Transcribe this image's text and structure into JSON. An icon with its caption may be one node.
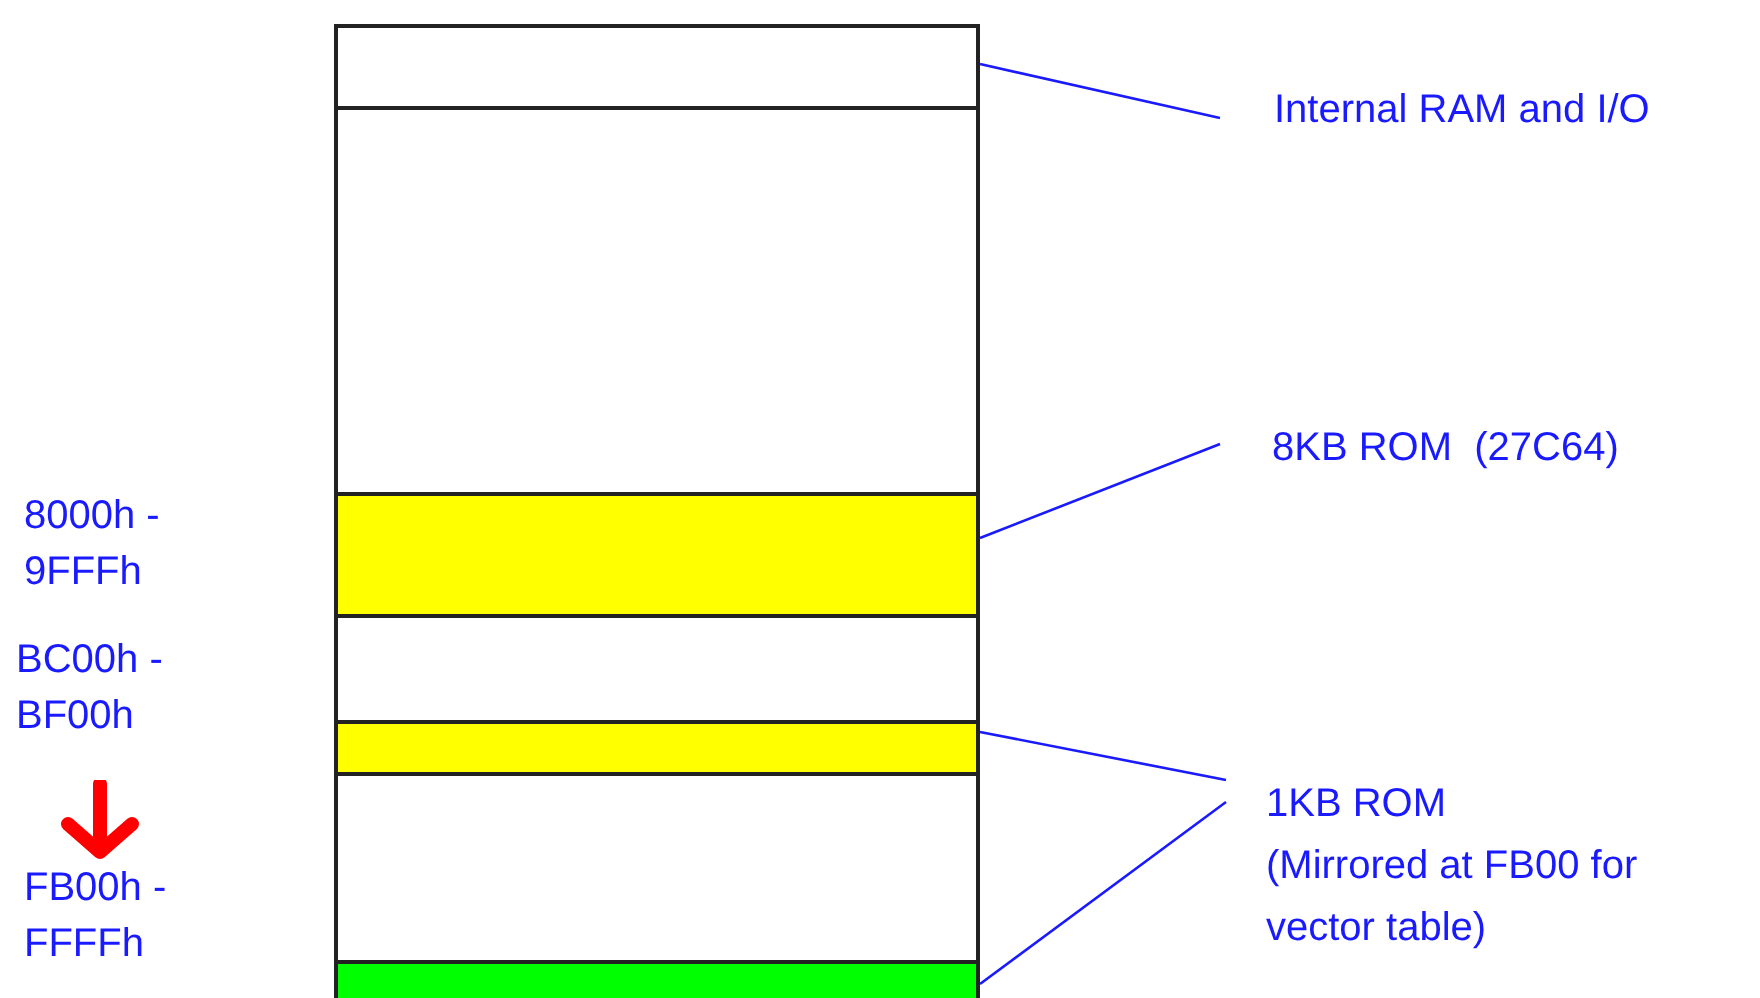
{
  "diagram": {
    "nodes": [
      {
        "text": [],
        "shape": "box"
      },
      {
        "text": [],
        "shape": "box"
      },
      {
        "text": [],
        "shape": "box"
      },
      {
        "text": [],
        "shape": "box"
      },
      {
        "text": [],
        "shape": "box"
      },
      {
        "text": [],
        "shape": "box"
      },
      {
        "text": [],
        "shape": "box"
      },
      {
        "text": [
          "Internal RAM and I/O"
        ]
      },
      {
        "text": [
          "8KB ROM  (27C64)"
        ]
      },
      {
        "text": [
          "1KB ROM",
          "(Mirrored at FB00 for vector table)"
        ]
      }
    ],
    "edges": [
      {
        "from": 7,
        "to": 0,
        "arrow": "none"
      },
      {
        "from": 8,
        "to": 2,
        "arrow": "none"
      },
      {
        "from": 9,
        "to": 4,
        "arrow": "none"
      },
      {
        "from": 9,
        "to": 6,
        "arrow": "none"
      }
    ],
    "labels": [
      "8000h - 9FFFh",
      "BC00h - BF00h",
      "FB00h - FFFFh"
    ]
  }
}
